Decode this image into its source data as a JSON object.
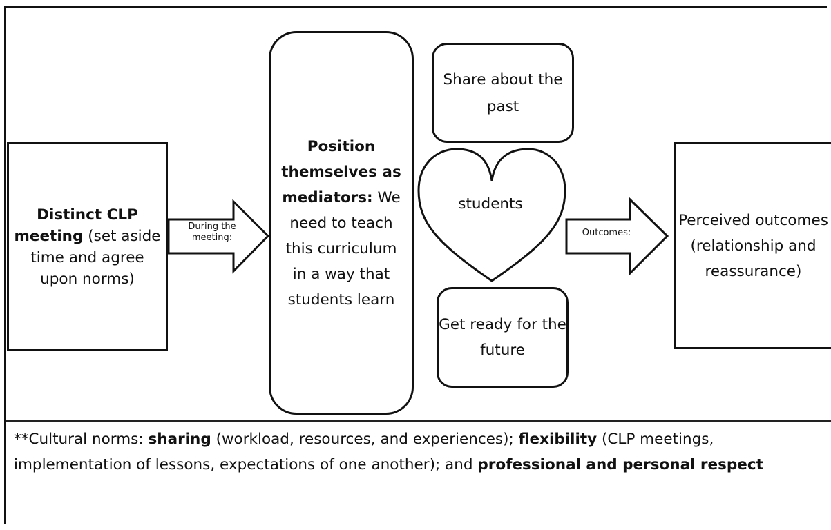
{
  "left_box": {
    "title_bold": "Distinct CLP meeting",
    "title_rest": " (set aside time and agree upon norms)"
  },
  "arrow1": {
    "label": "During the meeting:"
  },
  "mid_box": {
    "bold": "Position themselves as mediators:",
    "rest": " We need to teach this curriculum in a way that students learn"
  },
  "top_box": {
    "text": "Share about the past"
  },
  "heart": {
    "label": "students"
  },
  "bottom_box": {
    "text": "Get ready for the future"
  },
  "arrow2": {
    "label": "Outcomes:"
  },
  "right_box": {
    "text": "Perceived outcomes (relationship and reassurance)"
  },
  "footer": {
    "prefix": "**Cultural norms:  ",
    "sharing": "sharing",
    "sharing_detail": " (workload, resources, and experiences); ",
    "flexibility": "flexibility",
    "flexibility_detail": " (CLP meetings, implementation of lessons, expectations of one another); and ",
    "respect": "professional and personal respect"
  }
}
